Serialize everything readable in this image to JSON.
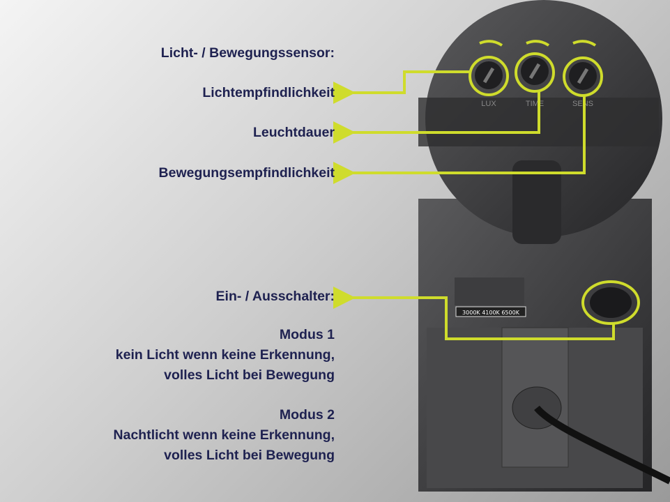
{
  "labels": {
    "sensor_heading": "Licht- / Bewegungssensor:",
    "light_sensitivity": "Lichtempfindlichkeit",
    "duration": "Leuchtdauer",
    "motion_sensitivity": "Bewegungsempfindlichkeit",
    "switch_heading": "Ein- / Ausschalter:",
    "mode1_title": "Modus 1",
    "mode1_line1": "kein Licht wenn keine Erkennung,",
    "mode1_line2": "volles Licht bei Bewegung",
    "mode2_title": "Modus 2",
    "mode2_line1": "Nachtlicht wenn keine Erkennung,",
    "mode2_line2": "volles Licht bei Bewegung"
  },
  "device": {
    "knob_labels": [
      "LUX",
      "TIME",
      "SENS"
    ],
    "color_temp_label": "3000K 4100K 6500K"
  },
  "colors": {
    "accent": "#cfdc2c",
    "text": "#1e2150",
    "device": "#3a3a3c"
  }
}
